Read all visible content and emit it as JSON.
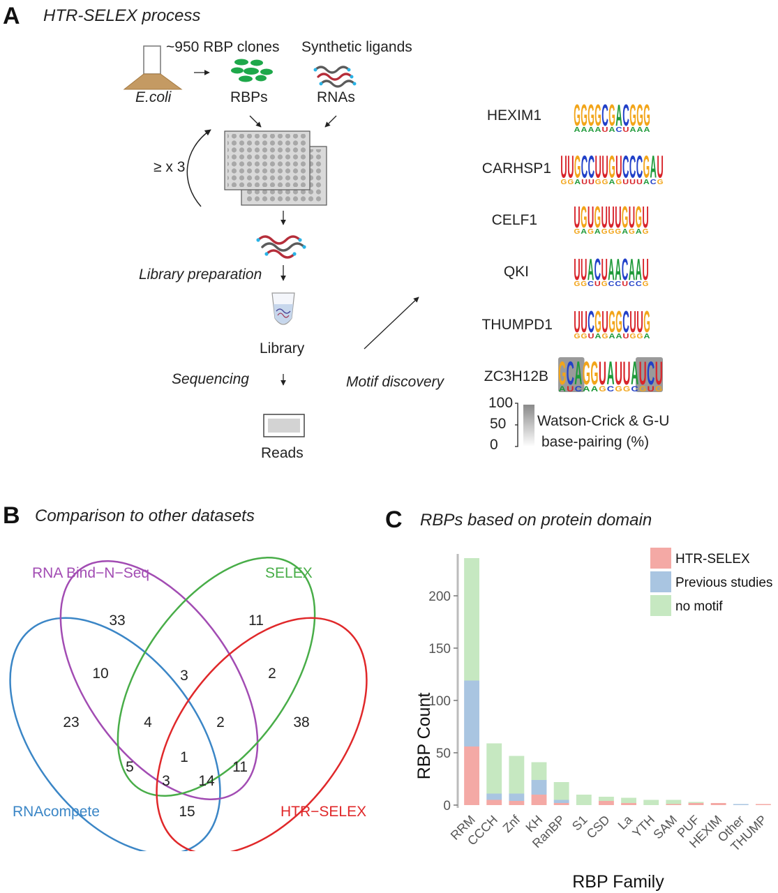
{
  "panelA": {
    "letter": "A",
    "title": "HTR-SELEX process",
    "clones_label": "~950 RBP clones",
    "ligands_label": "Synthetic ligands",
    "ecoli_label": "E.coli",
    "rbps_label": "RBPs",
    "rnas_label": "RNAs",
    "cycles_label": "≥ x 3",
    "library_prep_label": "Library preparation",
    "library_label": "Library",
    "sequencing_label": "Sequencing",
    "reads_label": "Reads",
    "motif_discovery_label": "Motif discovery",
    "motifs": [
      {
        "name": "HEXIM1",
        "sequence": "GGGGCGACGGG"
      },
      {
        "name": "CARHSP1",
        "sequence": "UUGCCUUGUCCCGAU"
      },
      {
        "name": "CELF1",
        "sequence": "UGUGUUUGUGU"
      },
      {
        "name": "QKI",
        "sequence": "UUACUAACAAU"
      },
      {
        "name": "THUMPD1",
        "sequence": "UUCGUGGCUUG"
      },
      {
        "name": "ZC3H12B",
        "sequence": "GCAGGUAUUAUCU"
      }
    ],
    "scale_ticks": [
      "100",
      "50",
      "0"
    ],
    "scale_label_1": "Watson-Crick & G-U",
    "scale_label_2": "base-pairing (%)"
  },
  "panelB": {
    "letter": "B",
    "title": "Comparison to other datasets",
    "sets": [
      {
        "name": "RNA Bind−N−Seq",
        "color": "#a24cb3"
      },
      {
        "name": "SELEX",
        "color": "#48ad48"
      },
      {
        "name": "RNAcompete",
        "color": "#3b86c6"
      },
      {
        "name": "HTR−SELEX",
        "color": "#e0282a"
      }
    ],
    "regions": [
      "33",
      "11",
      "10",
      "3",
      "2",
      "23",
      "4",
      "2",
      "38",
      "5",
      "1",
      "11",
      "3",
      "14",
      "15"
    ]
  },
  "panelC": {
    "letter": "C",
    "title": "RBPs based on protein domain",
    "chart_data": {
      "type": "bar",
      "stacked": true,
      "categories": [
        "RRM",
        "CCCH",
        "Znf",
        "KH",
        "RanBP",
        "S1",
        "CSD",
        "La",
        "YTH",
        "SAM",
        "PUF",
        "HEXIM",
        "Other",
        "THUMP"
      ],
      "series": [
        {
          "name": "HTR-SELEX",
          "color": "#f4a9a5",
          "values": [
            56,
            5,
            4,
            10,
            2,
            0,
            4,
            2,
            0,
            1,
            2,
            2,
            0,
            1
          ]
        },
        {
          "name": "Previous studies",
          "color": "#a9c5e1",
          "values": [
            63,
            6,
            7,
            14,
            3,
            0,
            0,
            0,
            0,
            0,
            0,
            0,
            1,
            0
          ]
        },
        {
          "name": "no motif",
          "color": "#c6e8c1",
          "values": [
            117,
            48,
            36,
            17,
            17,
            10,
            4,
            5,
            5,
            4,
            1,
            0,
            0,
            0
          ]
        }
      ],
      "xlabel": "RBP Family",
      "ylabel": "RBP Count",
      "ylim": [
        0,
        240
      ],
      "yticks": [
        "0",
        "50",
        "100",
        "150",
        "200"
      ],
      "legend": "top-right"
    }
  }
}
